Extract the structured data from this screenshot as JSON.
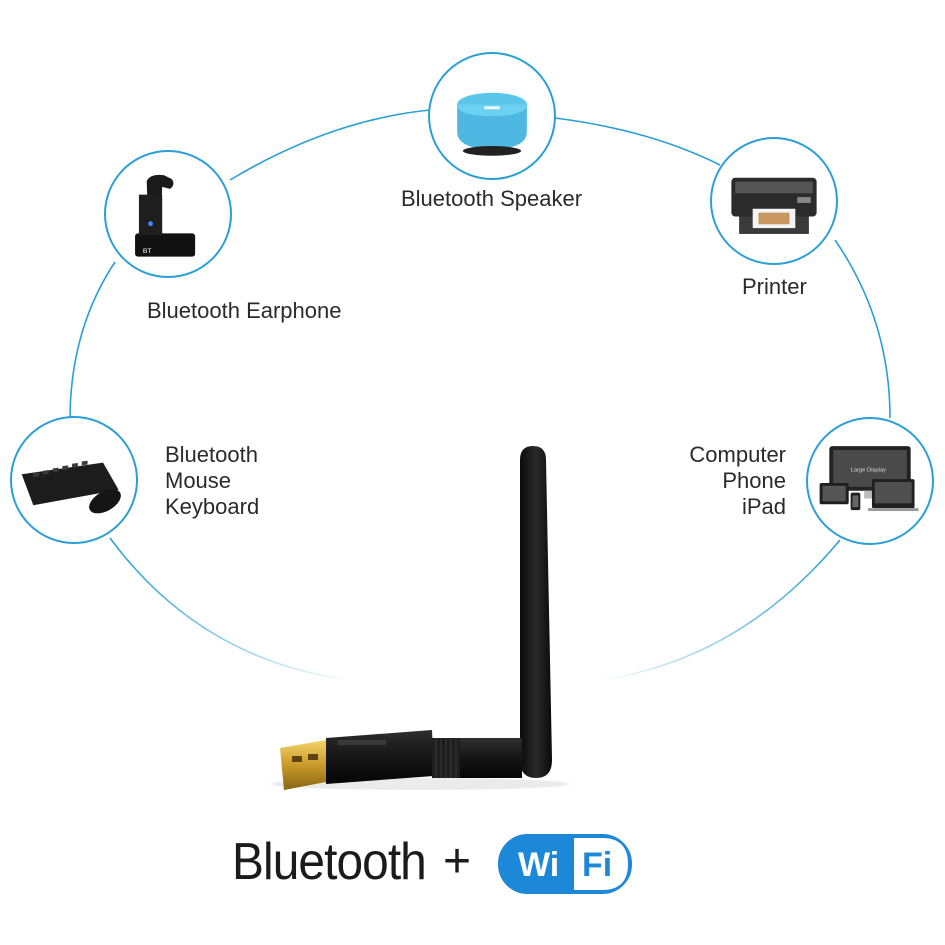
{
  "devices": {
    "speaker": {
      "label": "Bluetooth Speaker",
      "icon": "speaker-icon"
    },
    "earphone": {
      "label": "Bluetooth Earphone",
      "icon": "earphone-icon"
    },
    "printer": {
      "label": "Printer",
      "icon": "printer-icon"
    },
    "keyboard": {
      "label_lines": [
        "Bluetooth",
        "Mouse",
        "Keyboard"
      ],
      "icon": "keyboard-mouse-icon"
    },
    "computer": {
      "label_lines": [
        "Computer",
        "Phone",
        "iPad"
      ],
      "icon": "computer-phone-ipad-icon"
    }
  },
  "product": {
    "icon": "usb-antenna-adapter-icon"
  },
  "footer": {
    "bluetooth": "Bluetooth",
    "plus": "+",
    "wifi_left": "Wi",
    "wifi_right": "Fi"
  },
  "colors": {
    "ring": "#2a9fd6",
    "wifi_blue": "#1e88d8",
    "text": "#222222"
  }
}
